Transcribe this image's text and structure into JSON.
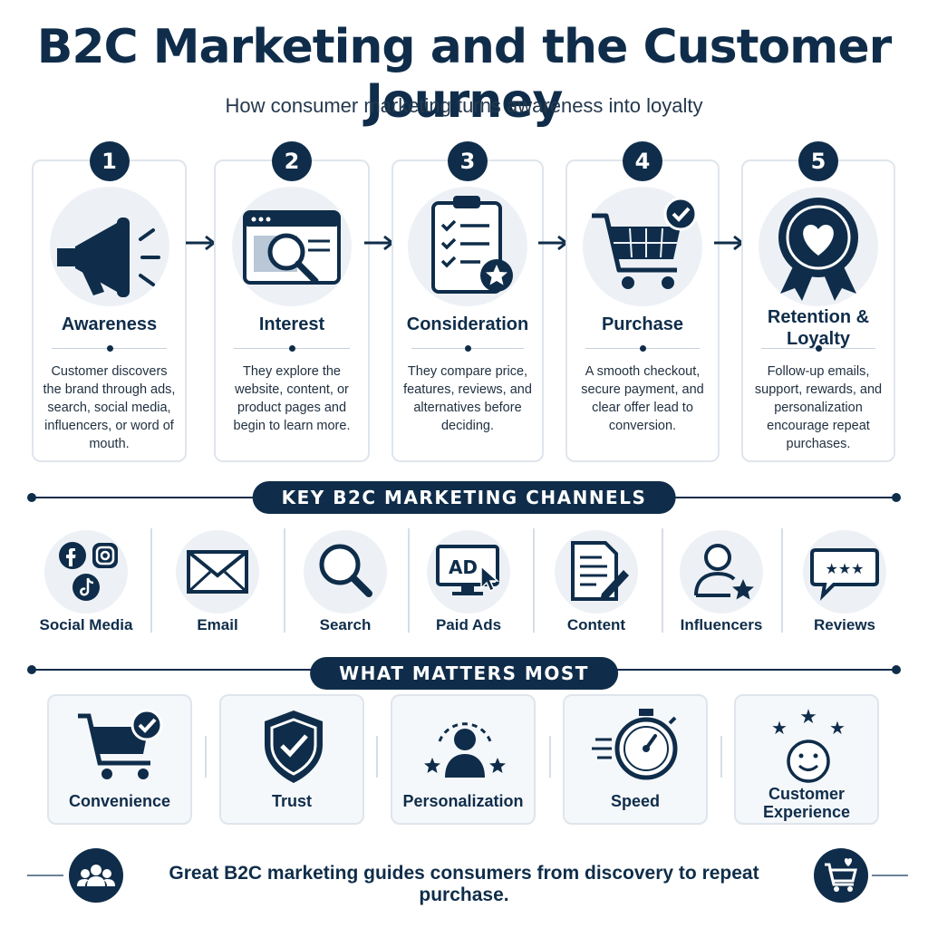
{
  "header": {
    "title": "B2C Marketing and the Customer Journey",
    "subtitle": "How consumer marketing turns awareness into loyalty"
  },
  "steps": [
    {
      "num": "1",
      "title": "Awareness",
      "desc": "Customer discovers the brand through ads, search, social media, influencers, or word of mouth.",
      "icon": "megaphone-icon"
    },
    {
      "num": "2",
      "title": "Interest",
      "desc": "They explore the website, content, or product pages and begin to learn more.",
      "icon": "browser-magnifier-icon"
    },
    {
      "num": "3",
      "title": "Consideration",
      "desc": "They compare price, features, reviews, and alternatives before deciding.",
      "icon": "checklist-clipboard-icon"
    },
    {
      "num": "4",
      "title": "Purchase",
      "desc": "A smooth checkout, secure payment, and clear offer lead to conversion.",
      "icon": "cart-check-icon"
    },
    {
      "num": "5",
      "title": "Retention & Loyalty",
      "desc": "Follow-up emails, support, rewards, and personalization encourage repeat purchases.",
      "icon": "heart-badge-icon"
    }
  ],
  "channels_section": {
    "title": "KEY B2C MARKETING CHANNELS",
    "items": [
      {
        "label": "Social Media",
        "icon": "social-media-icon"
      },
      {
        "label": "Email",
        "icon": "envelope-icon"
      },
      {
        "label": "Search",
        "icon": "search-icon"
      },
      {
        "label": "Paid Ads",
        "icon": "ad-monitor-icon"
      },
      {
        "label": "Content",
        "icon": "document-pen-icon"
      },
      {
        "label": "Influencers",
        "icon": "person-star-icon"
      },
      {
        "label": "Reviews",
        "icon": "review-bubble-icon"
      }
    ],
    "ad_text": "AD"
  },
  "matters_section": {
    "title": "WHAT MATTERS MOST",
    "items": [
      {
        "label": "Convenience",
        "icon": "cart-check-icon"
      },
      {
        "label": "Trust",
        "icon": "shield-check-icon"
      },
      {
        "label": "Personalization",
        "icon": "person-focus-icon"
      },
      {
        "label": "Speed",
        "icon": "stopwatch-icon"
      },
      {
        "label_line1": "Customer",
        "label_line2": "Experience",
        "icon": "smiley-stars-icon"
      }
    ]
  },
  "footer": {
    "text": "Great B2C marketing guides consumers from discovery to repeat purchase.",
    "left_icon": "people-group-icon",
    "right_icon": "cart-heart-icon"
  },
  "colors": {
    "navy": "#0f2d4a",
    "light": "#edf1f6",
    "border": "#dfe5ec"
  }
}
